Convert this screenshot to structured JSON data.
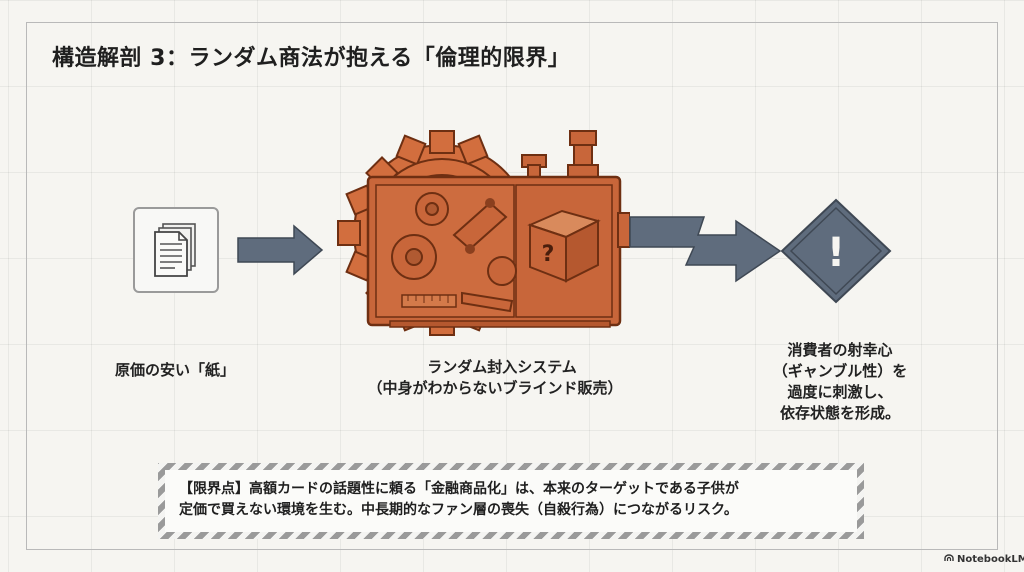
{
  "title": "構造解剖 3：ランダム商法が抱える「倫理的限界」",
  "nodes": {
    "paper": {
      "label": "原価の安い「紙」",
      "icon": "document-stack-icon"
    },
    "system": {
      "label_line1": "ランダム封入システム",
      "label_line2": "（中身がわからないブラインド販売）",
      "icon": "gear-machine-icon",
      "inner_icon": "mystery-box-icon",
      "inner_glyph": "?"
    },
    "consumer": {
      "line1": "消費者の射幸心",
      "line2": "（ギャンブル性）を",
      "line3": "過度に刺激し、",
      "line4": "依存状態を形成。",
      "icon": "warning-diamond-icon",
      "icon_glyph": "!"
    }
  },
  "note": {
    "line1": "【限界点】高額カードの話題性に頼る「金融商品化」は、本来のターゲットである子供が",
    "line2": "定価で買えない環境を生む。中長期的なファン層の喪失（自殺行為）につながるリスク。"
  },
  "brand": "NotebookLM",
  "colors": {
    "machine": "#c8663a",
    "machine_dark": "#8a3f1e",
    "gear_outer": "#d26e3e",
    "arrow": "#5f6c7d",
    "warning": "#5f6c7d",
    "text": "#222222"
  }
}
